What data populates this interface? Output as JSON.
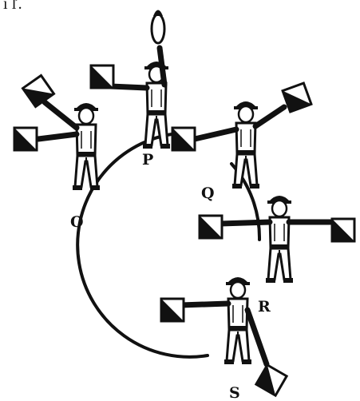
{
  "top_fragment": "ı ľ.",
  "signallers": [
    {
      "label": "O",
      "icon": "semaphore-signaller-icon"
    },
    {
      "label": "P",
      "icon": "semaphore-signaller-icon"
    },
    {
      "label": "Q",
      "icon": "semaphore-signaller-icon"
    },
    {
      "label": "R",
      "icon": "semaphore-signaller-icon"
    },
    {
      "label": "S",
      "icon": "semaphore-signaller-icon"
    }
  ],
  "colors": {
    "ink": "#111111",
    "background": "#ffffff"
  }
}
